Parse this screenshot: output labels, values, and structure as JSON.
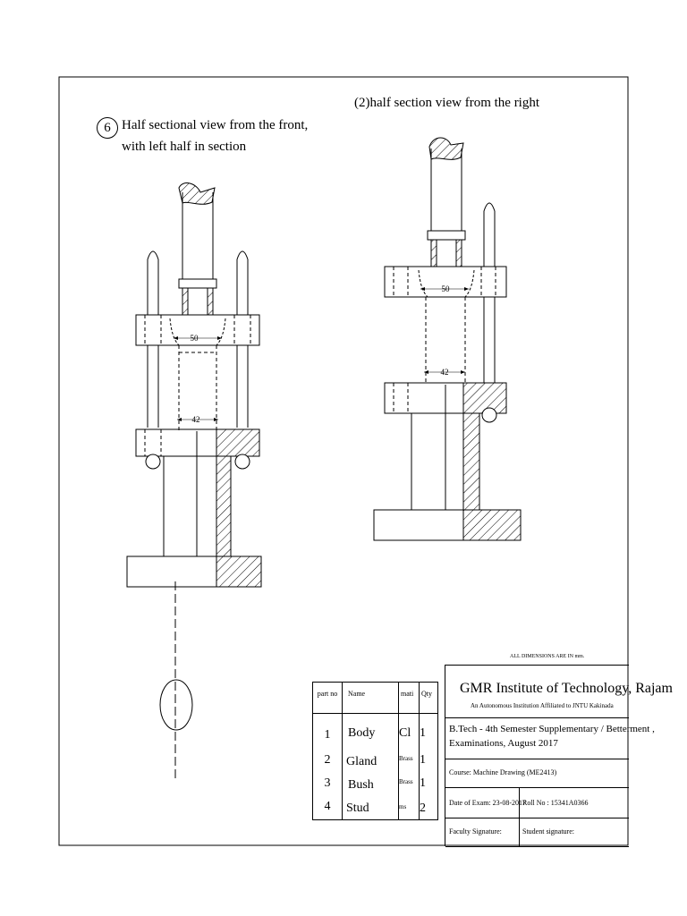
{
  "views": {
    "front": {
      "number": "6",
      "title_line1": "Half sectional view from the front,",
      "title_line2": "with left half in section",
      "dim_outer": "50",
      "dim_inner": "42"
    },
    "right": {
      "title": "(2)half section view from the right",
      "dim_outer": "50",
      "dim_inner": "42"
    }
  },
  "note": "ALL DIMENSIONS ARE IN mm.",
  "parts_table": {
    "headers": {
      "part_no": "part no",
      "name": "Name",
      "material": "mati",
      "qty": "Qty"
    },
    "rows": [
      {
        "no": "1",
        "name": "Body",
        "material": "Cl",
        "qty": "1"
      },
      {
        "no": "2",
        "name": "Gland",
        "material": "Brass",
        "qty": "1"
      },
      {
        "no": "3",
        "name": "Bush",
        "material": "Brass",
        "qty": "1"
      },
      {
        "no": "4",
        "name": "Stud",
        "material": "ms",
        "qty": "2"
      }
    ]
  },
  "title_block": {
    "institute": "GMR Institute of Technology, Rajam",
    "affiliation": "An Autonomous Institution Affiliated to JNTU Kakinada",
    "exam_line1": "B.Tech - 4th Semester Supplementary / Betterment ,",
    "exam_line2": "Examinations, August 2017",
    "course": "Course: Machine Drawing (ME2413)",
    "date": "Date of Exam: 23-08-2017",
    "roll": "Roll No : 15341A0366",
    "faculty_sig": "Faculty Signature:",
    "student_sig": "Student signature:"
  }
}
